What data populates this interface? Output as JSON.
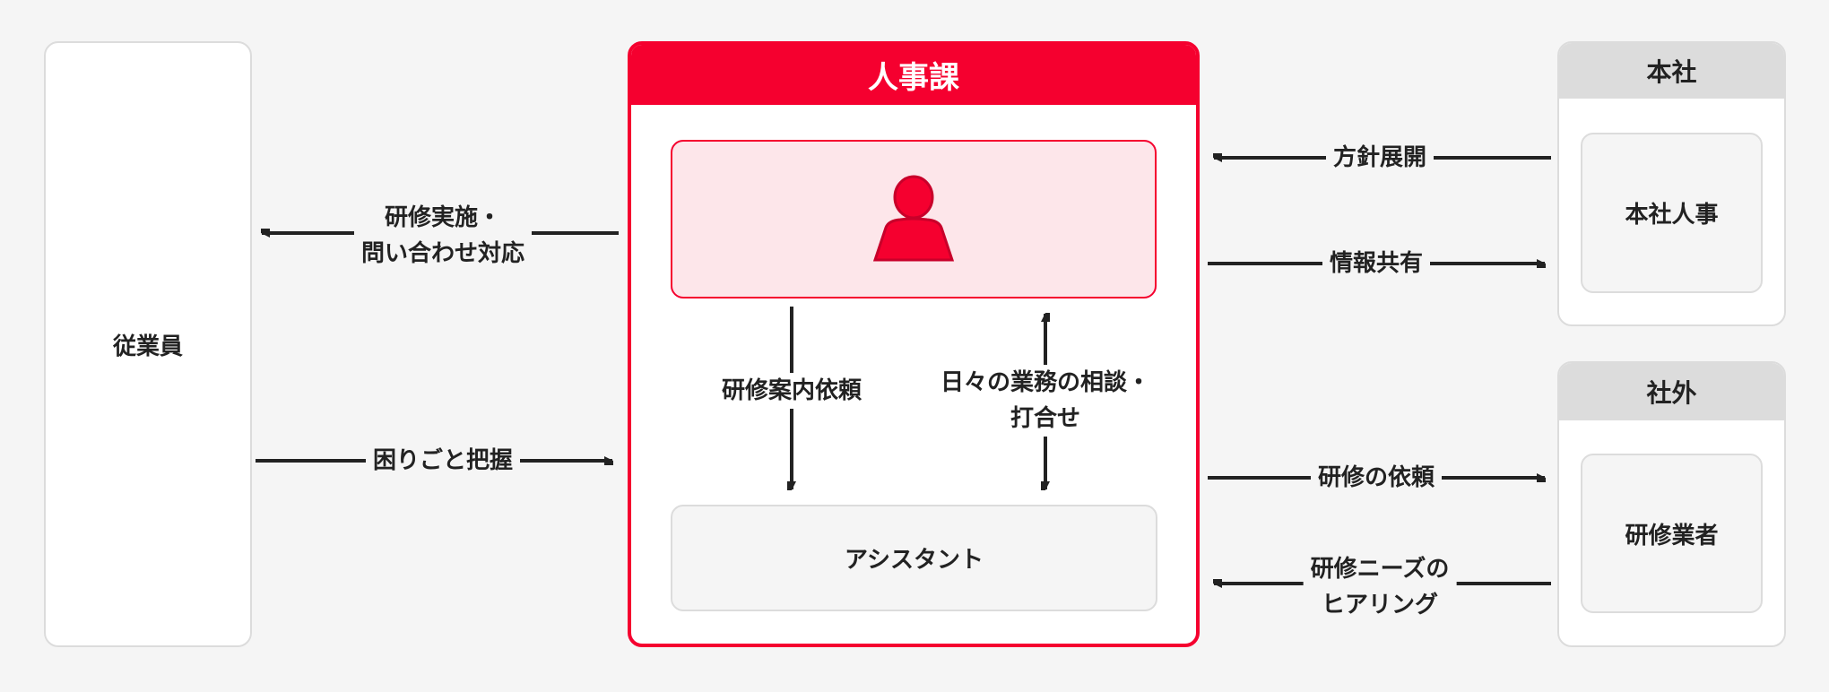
{
  "employee": {
    "label": "従業員"
  },
  "hr": {
    "title": "人事課",
    "manager_icon": "person-icon",
    "assistant_label": "アシスタント"
  },
  "head_office": {
    "title": "本社",
    "inner_label": "本社人事"
  },
  "external": {
    "title": "社外",
    "inner_label": "研修業者"
  },
  "arrows": {
    "training_inquiry": [
      "研修実施・",
      "問い合わせ対応"
    ],
    "grasp_issues": "困りごと把握",
    "training_guide_request": "研修案内依頼",
    "daily_consult": [
      "日々の業務の相談・",
      "打合せ"
    ],
    "policy_rollout": "方針展開",
    "info_share": "情報共有",
    "training_request": "研修の依頼",
    "needs_hearing": [
      "研修ニーズの",
      "ヒアリング"
    ]
  },
  "colors": {
    "accent": "#f5002f",
    "accent_light": "#fde6ea",
    "header_grey": "#dcdcdc",
    "line": "#222222"
  }
}
